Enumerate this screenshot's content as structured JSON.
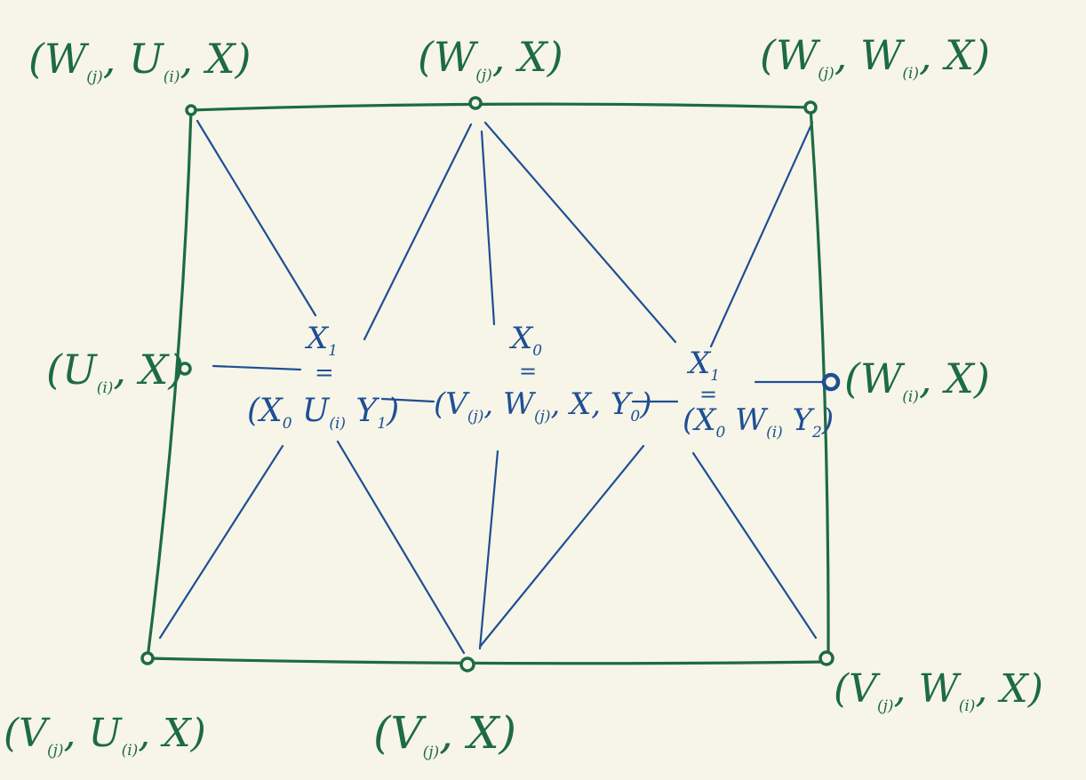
{
  "outer_nodes": {
    "top_left": {
      "pre": "(W",
      "s1": "(j)",
      "mid": ", U",
      "s2": "(i)",
      "post": ", X)"
    },
    "top_mid": {
      "pre": "(W",
      "s1": "(j)",
      "mid": ", X)",
      "s2": "",
      "post": ""
    },
    "top_right": {
      "pre": "(W",
      "s1": "(j)",
      "mid": ", W",
      "s2": "(i)",
      "post": ", X)"
    },
    "mid_left": {
      "pre": "(U",
      "s1": "(i)",
      "mid": ", X)",
      "s2": "",
      "post": ""
    },
    "mid_right": {
      "pre": "(W",
      "s1": "(i)",
      "mid": ", X)",
      "s2": "",
      "post": ""
    },
    "bottom_left": {
      "pre": "(V",
      "s1": "(j)",
      "mid": ", U",
      "s2": "(i)",
      "post": ", X)"
    },
    "bottom_mid": {
      "pre": "(V",
      "s1": "(j)",
      "mid": ", X)",
      "s2": "",
      "post": ""
    },
    "bottom_right": {
      "pre": "(V",
      "s1": "(j)",
      "mid": ", W",
      "s2": "(i)",
      "post": ", X)"
    }
  },
  "inner_nodes": {
    "left": {
      "top": "X",
      "top_sub": "1",
      "eq": "=",
      "pre": "(X",
      "s1": "0",
      "mid": " U",
      "s2": "(i)",
      "post": " Y",
      "s3": "1",
      "end": ")"
    },
    "center": {
      "top": "X",
      "top_sub": "0",
      "eq": "=",
      "pre": "(V",
      "s1": "(j)",
      "mid": ", W",
      "s2": "(j)",
      "post": ", X, Y",
      "s3": "0",
      "end": ")"
    },
    "right": {
      "top": "X",
      "top_sub": "1",
      "eq": "=",
      "pre": "(X",
      "s1": "0",
      "mid": " W",
      "s2": "(i)",
      "post": " Y",
      "s3": "2",
      "end": ")"
    }
  },
  "colors": {
    "outer": "#1d6b45",
    "inner": "#1e4f94",
    "background": "#f7f5e8"
  }
}
